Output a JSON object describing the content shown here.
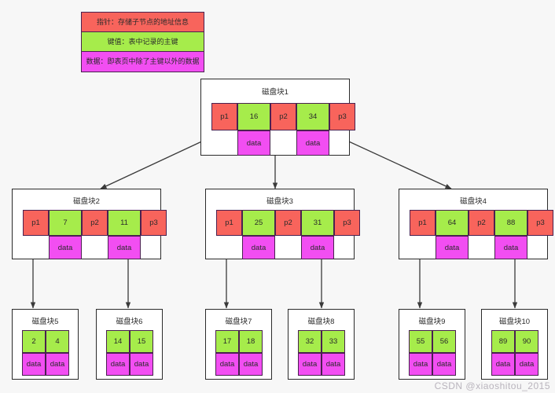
{
  "legend": {
    "rows": [
      {
        "name": "pointer",
        "text": "指针：存储子节点的地址信息",
        "color": "#f8645c"
      },
      {
        "name": "key",
        "text": "键值：表中记录的主键",
        "color": "#a6ec4b"
      },
      {
        "name": "data",
        "text": "数据：即表页中除了主键以外的数据",
        "color": "#f24ef2"
      }
    ]
  },
  "labels": {
    "pointer_1": "p1",
    "pointer_2": "p2",
    "pointer_3": "p3",
    "data": "data"
  },
  "tree": {
    "root": {
      "title": "磁盘块1",
      "pointers": [
        "p1",
        "p2",
        "p3"
      ],
      "keys": [
        "16",
        "34"
      ],
      "data": [
        "data",
        "data"
      ]
    },
    "level2": [
      {
        "title": "磁盘块2",
        "pointers": [
          "p1",
          "p2",
          "p3"
        ],
        "keys": [
          "7",
          "11"
        ],
        "data": [
          "data",
          "data"
        ]
      },
      {
        "title": "磁盘块3",
        "pointers": [
          "p1",
          "p2",
          "p3"
        ],
        "keys": [
          "25",
          "31"
        ],
        "data": [
          "data",
          "data"
        ]
      },
      {
        "title": "磁盘块4",
        "pointers": [
          "p1",
          "p2",
          "p3"
        ],
        "keys": [
          "64",
          "88"
        ],
        "data": [
          "data",
          "data"
        ]
      }
    ],
    "leaves": [
      {
        "title": "磁盘块5",
        "keys": [
          "2",
          "4"
        ],
        "data": [
          "data",
          "data"
        ]
      },
      {
        "title": "磁盘块6",
        "keys": [
          "14",
          "15"
        ],
        "data": [
          "data",
          "data"
        ]
      },
      {
        "title": "磁盘块7",
        "keys": [
          "17",
          "18"
        ],
        "data": [
          "data",
          "data"
        ]
      },
      {
        "title": "磁盘块8",
        "keys": [
          "32",
          "33"
        ],
        "data": [
          "data",
          "data"
        ]
      },
      {
        "title": "磁盘块9",
        "keys": [
          "55",
          "56"
        ],
        "data": [
          "data",
          "data"
        ]
      },
      {
        "title": "磁盘块10",
        "keys": [
          "89",
          "90"
        ],
        "data": [
          "data",
          "data"
        ]
      }
    ]
  },
  "watermark": "CSDN @xiaoshitou_2015",
  "colors": {
    "pointer": "#f8645c",
    "key": "#a6ec4b",
    "data": "#f24ef2",
    "cell_border": "#4a2150",
    "box_border": "#2b2b2b",
    "background": "#f7f7f7",
    "arrow": "#3a3a3a"
  }
}
